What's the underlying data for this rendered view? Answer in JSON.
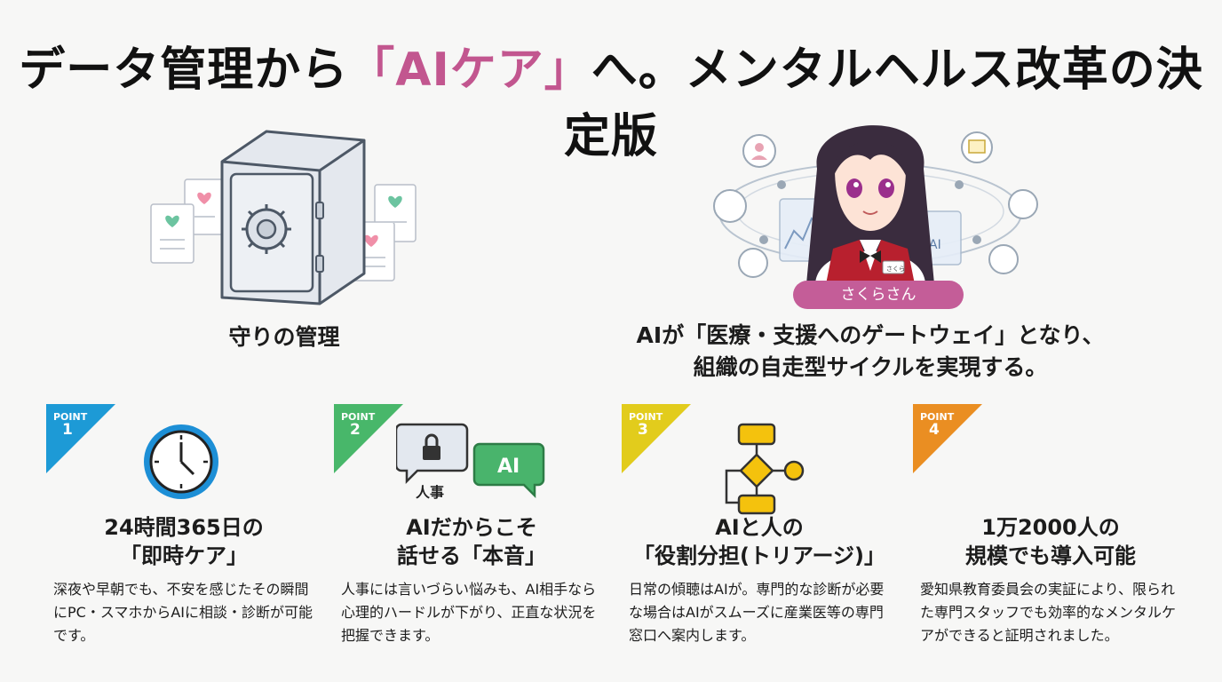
{
  "title": {
    "before": "データ管理から",
    "accent": "「AIケア」",
    "after": "へ。メンタルヘルス改革の決定版"
  },
  "hero": {
    "left_caption": "守りの管理",
    "character_name": "さくらさん",
    "name_tag": "さくら",
    "ai_screen_label": "AI",
    "right_caption_line1": "AIが「医療・支援へのゲートウェイ」となり、",
    "right_caption_line2": "組織の自走型サイクルを実現する。"
  },
  "points": [
    {
      "label": "POINT",
      "num": "1",
      "color": "#1d9ad6",
      "icon": "clock-icon",
      "title_line1": "24時間365日の",
      "title_line2": "「即時ケア」",
      "body": "深夜や早朝でも、不安を感じたその瞬間にPC・スマホからAIに相談・診断が可能です。"
    },
    {
      "label": "POINT",
      "num": "2",
      "color": "#48b76a",
      "icon": "chat-lock-icon",
      "icon_caption": "人事",
      "icon_ai": "AI",
      "title_line1": "AIだからこそ",
      "title_line2": "話せる「本音」",
      "body": "人事には言いづらい悩みも、AI相手なら心理的ハードルが下がり、正直な状況を把握できます。"
    },
    {
      "label": "POINT",
      "num": "3",
      "color": "#e2cc1c",
      "icon": "flowchart-icon",
      "title_line1": "AIと人の",
      "title_line2": "「役割分担(トリアージ)」",
      "body": "日常の傾聴はAIが。専門的な診断が必要な場合はAIがスムーズに産業医等の専門窓口へ案内します。"
    },
    {
      "label": "POINT",
      "num": "4",
      "color": "#ea8e22",
      "icon": "none",
      "title_line1": "1万2000人の",
      "title_line2": "規模でも導入可能",
      "body": "愛知県教育委員会の実証により、限られた専門スタッフでも効率的なメンタルケアができると証明されました。"
    }
  ]
}
